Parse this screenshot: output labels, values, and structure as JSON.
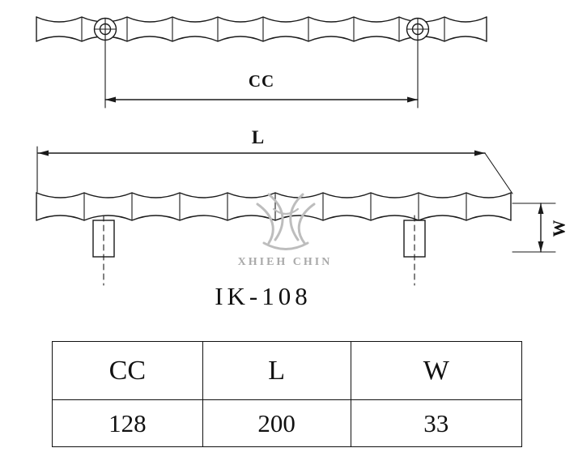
{
  "drawing": {
    "dim_cc_label": "CC",
    "dim_l_label": "L",
    "dim_w_label": "W",
    "model_label": "IK-108"
  },
  "watermark": {
    "text": "XHIEH CHIN"
  },
  "spec_table": {
    "headers": [
      "CC",
      "L",
      "W"
    ],
    "values": [
      "128",
      "200",
      "33"
    ]
  },
  "colors": {
    "line": "#1a1a1a",
    "watermark": "#bdbdbd"
  }
}
